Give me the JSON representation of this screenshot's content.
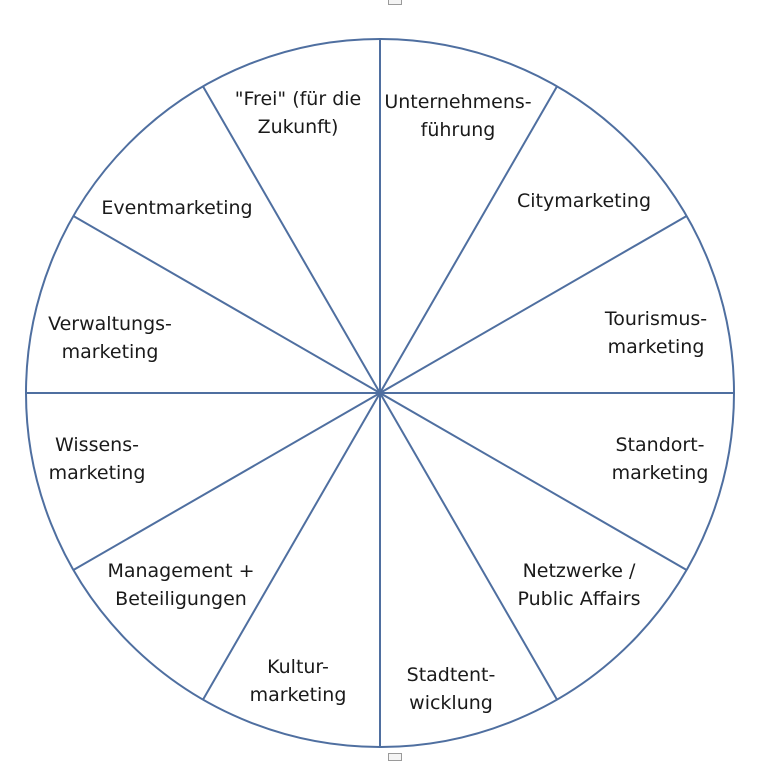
{
  "colors": {
    "outline": "#4f6fa0",
    "text": "#1a1a1a",
    "background": "#ffffff"
  },
  "segments": [
    {
      "id": "unternehmensfuehrung",
      "lines": [
        "Unternehmens-",
        "führung"
      ]
    },
    {
      "id": "citymarketing",
      "lines": [
        "Citymarketing"
      ]
    },
    {
      "id": "tourismusmarketing",
      "lines": [
        "Tourismus-",
        "marketing"
      ]
    },
    {
      "id": "standortmarketing",
      "lines": [
        "Standort-",
        "marketing"
      ]
    },
    {
      "id": "netzwerke",
      "lines": [
        "Netzwerke /",
        "Public Affairs"
      ]
    },
    {
      "id": "stadtentwicklung",
      "lines": [
        "Stadtent-",
        "wicklung"
      ]
    },
    {
      "id": "kulturmarketing",
      "lines": [
        "Kultur-",
        "marketing"
      ]
    },
    {
      "id": "management",
      "lines": [
        "Management +",
        "Beteiligungen"
      ]
    },
    {
      "id": "wissensmarketing",
      "lines": [
        "Wissens-",
        "marketing"
      ]
    },
    {
      "id": "verwaltungsmarketing",
      "lines": [
        "Verwaltungs-",
        "marketing"
      ]
    },
    {
      "id": "eventmarketing",
      "lines": [
        "Eventmarketing"
      ]
    },
    {
      "id": "frei",
      "lines": [
        "\"Frei\" (für die",
        "Zukunft)"
      ]
    }
  ]
}
